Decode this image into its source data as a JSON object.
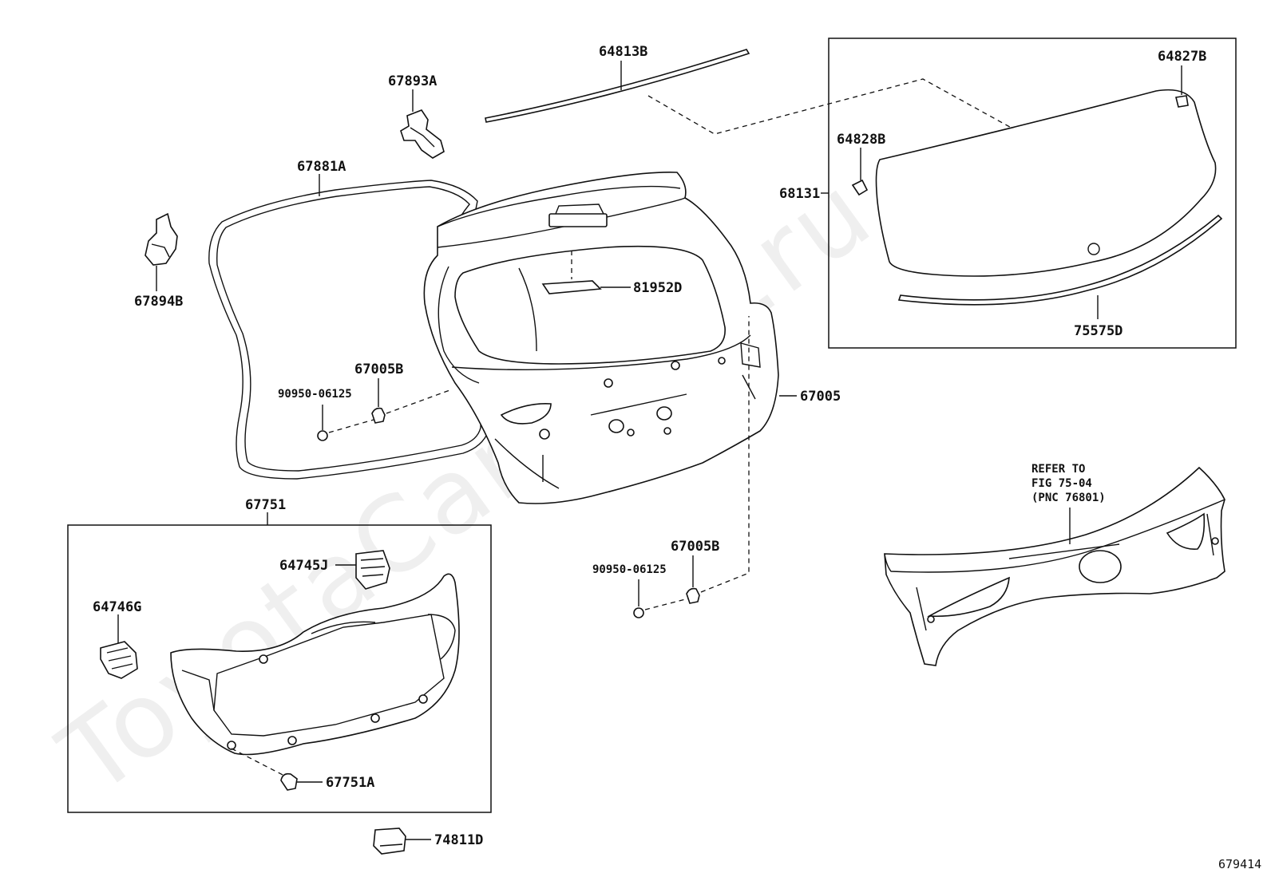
{
  "watermark": "ToyotaCarWine.ru",
  "figure_number": "679414",
  "refer_note": {
    "line1": "REFER TO",
    "line2": "FIG 75-04",
    "line3": "(PNC 76801)"
  },
  "labels": {
    "p64813B": "64813B",
    "p67893A": "67893A",
    "p67881A": "67881A",
    "p67894B": "67894B",
    "p64827B": "64827B",
    "p64828B": "64828B",
    "p68131": "68131",
    "p75575D": "75575D",
    "p81952D": "81952D",
    "p67005B_top": "67005B",
    "p90950_top": "90950-06125",
    "p67005": "67005",
    "p67751": "67751",
    "p64745J": "64745J",
    "p64746G": "64746G",
    "p67751A": "67751A",
    "p67005B_bottom": "67005B",
    "p90950_bottom": "90950-06125",
    "p74811D": "74811D"
  }
}
